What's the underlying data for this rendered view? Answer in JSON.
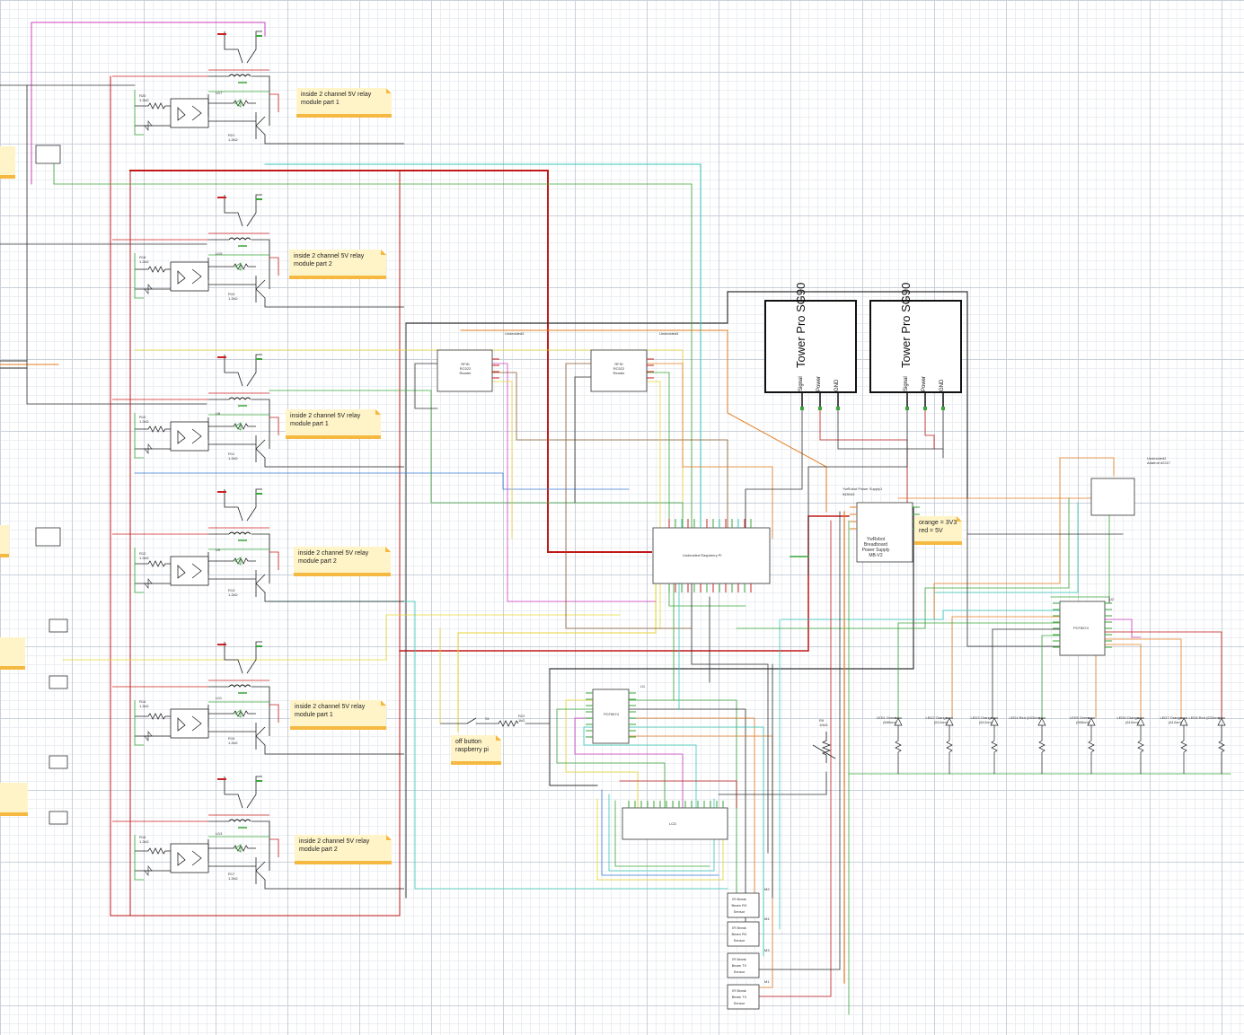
{
  "colors": {
    "wire_red": "#cc2020",
    "wire_green": "#3aa63a",
    "wire_black": "#333333",
    "wire_orange": "#e67e22",
    "wire_yellow": "#e6d630",
    "wire_cyan": "#34c6b8",
    "wire_blue": "#3a7bd5",
    "wire_pink": "#d040c0",
    "wire_brown": "#8a5a2b",
    "note_bg": "#fff4c8",
    "note_bar": "#f5b942"
  },
  "notes": {
    "relay1": "inside 2 channel 5V relay module part 1",
    "relay2": "inside 2 channel 5V relay module part 2",
    "relay3": "inside 2 channel 5V relay module part 1",
    "relay4": "inside 2 channel 5V relay module part 2",
    "relay5": "inside 2 channel 5V relay module part 1",
    "relay6": "inside 2 channel 5V relay module part 2",
    "power_note": "orange = 3V3 red = 5V",
    "button_note": "off button raspberry pi"
  },
  "servos": [
    {
      "model": "Tower Pro SG90",
      "pins": [
        "Signal",
        "Power",
        "GND"
      ]
    },
    {
      "model": "Tower Pro SG90",
      "pins": [
        "Signal",
        "Power",
        "GND"
      ]
    }
  ],
  "labels": {
    "rfid1_title": "Undecided3",
    "rfid2_title": "Undecided4",
    "rfid_text": "RFID RC522 Reader",
    "psu_title": "YwRobot Power Supply1",
    "psu_sub": "545043",
    "psu_body": "YwRobot Breadboard Power Supply MB-V2",
    "adafruit_title": "Undecided2",
    "adafruit_sub": "Adafruit #2217",
    "pcf_right": "PCF8574",
    "pcf_mid": "PCF8574",
    "u1": "U1",
    "u2": "U2",
    "lcd": "LCD",
    "s1": "S1",
    "r22": "R22",
    "r22_val": "1kΩ",
    "r9": "R9",
    "r9_val": "10kΩ",
    "pi_label": "Undecided Raspberry Pi",
    "sensor_m2": "M2",
    "sensor_m4": "M4",
    "sensor_m3": "M3",
    "sensor_m1": "M1",
    "ir_rx": "IR Break Beam RX Sensor",
    "ir_tx": "IR Break Beam TX Sensor"
  },
  "relay_labels": {
    "r20": "R20 1.2kΩ",
    "r21": "R21 1.2kΩ",
    "u17": "U17",
    "r18": "R18 1.2kΩ",
    "r19": "R19 1.2kΩ",
    "u15": "U15",
    "r10": "R10 1.2kΩ",
    "r11": "R11 1.2kΩ",
    "u8": "U8",
    "r12": "R12 1.2kΩ",
    "r13": "R13 1.2kΩ",
    "u9": "U9",
    "r14": "R14 1.2kΩ",
    "r15": "R15 1.2kΩ",
    "u11": "U11",
    "r16": "R16 1.2kΩ",
    "r17": "R17 1.2kΩ",
    "u13": "U13"
  },
  "leds": [
    {
      "name": "LED1",
      "color": "Green (565nm)"
    },
    {
      "name": "LED2",
      "color": "Orange (612nm)"
    },
    {
      "name": "LED3",
      "color": "Orange (612nm)"
    },
    {
      "name": "LED4",
      "color": "Red (633nm)"
    },
    {
      "name": "LED5",
      "color": "Green (565nm)"
    },
    {
      "name": "LED6",
      "color": "Orange (612nm)"
    },
    {
      "name": "LED7",
      "color": "Orange (612nm)"
    },
    {
      "name": "LED8",
      "color": "Red (633nm)"
    }
  ]
}
